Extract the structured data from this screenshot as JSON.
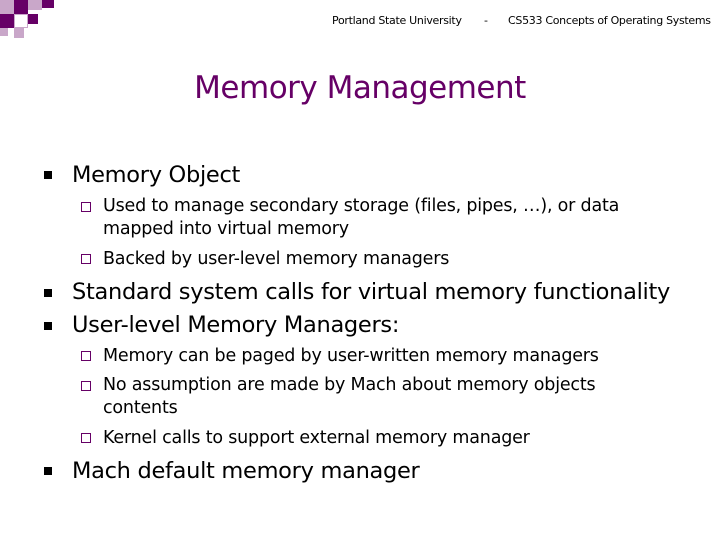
{
  "header": {
    "university": "Portland State University",
    "separator": "-",
    "course": "CS533 Concepts of Operating Systems"
  },
  "slide": {
    "title": "Memory Management",
    "bullets": [
      {
        "text": "Memory Object",
        "sub": [
          "Used to manage secondary storage (files, pipes, …), or data mapped into virtual memory",
          "Backed by user-level memory managers"
        ]
      },
      {
        "text": "Standard system calls for virtual memory functionality",
        "sub": []
      },
      {
        "text": "User-level Memory Managers:",
        "sub": [
          "Memory can be paged by user-written memory managers",
          "No assumption are made by Mach about memory objects contents",
          "Kernel calls to support external memory manager"
        ]
      },
      {
        "text": "Mach default memory manager",
        "sub": []
      }
    ]
  },
  "colors": {
    "title": "#660066",
    "sub_bullet_border": "#660066",
    "corner_dark": "#660066",
    "corner_light": "#c9a7c9"
  }
}
